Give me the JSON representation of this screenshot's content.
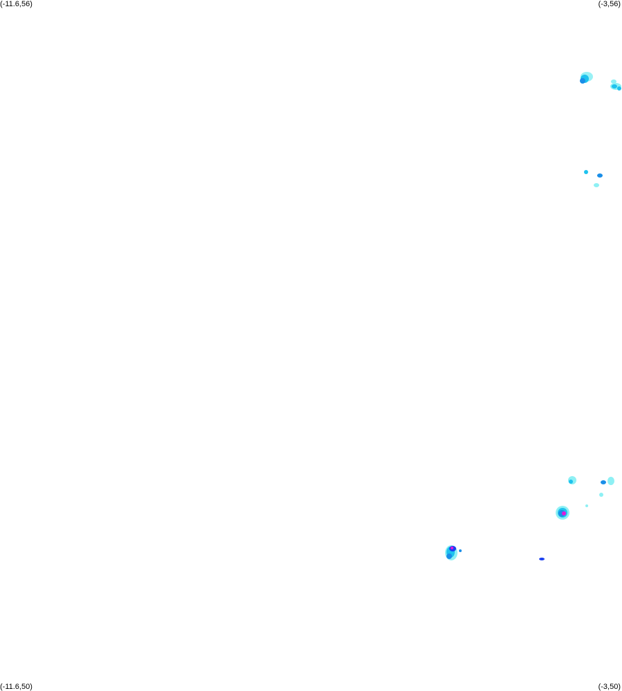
{
  "map": {
    "corners": {
      "top_left": "(-11.6,56)",
      "top_right": "(-3,56)",
      "bottom_left": "(-11.6,50)",
      "bottom_right": "(-3,50)"
    },
    "colors": {
      "light": "#8ef0f4",
      "medium": "#1ec2ee",
      "strong": "#1a8ee8",
      "heavy": "#1a3ff0",
      "intense": "#e01ad8"
    }
  }
}
